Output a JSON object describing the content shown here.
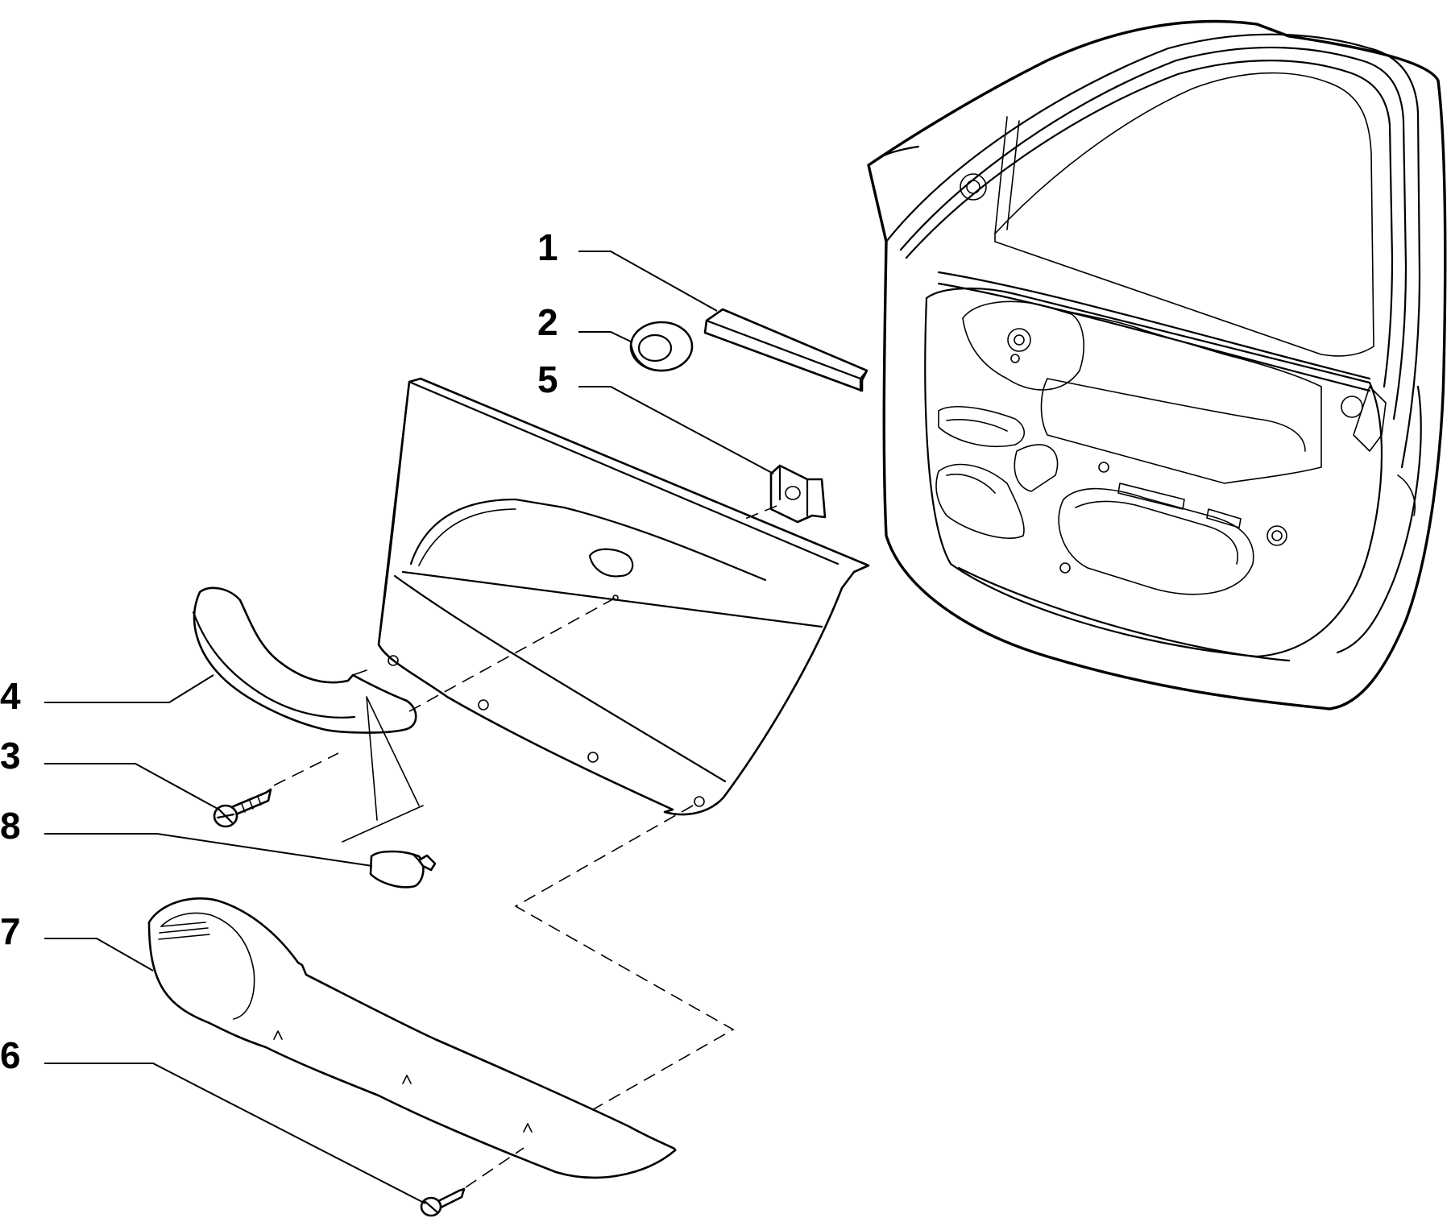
{
  "callouts": [
    {
      "id": "1",
      "label": "1"
    },
    {
      "id": "2",
      "label": "2"
    },
    {
      "id": "5",
      "label": "5"
    },
    {
      "id": "4",
      "label": "4"
    },
    {
      "id": "3",
      "label": "3"
    },
    {
      "id": "8",
      "label": "8"
    },
    {
      "id": "7",
      "label": "7"
    },
    {
      "id": "6",
      "label": "6"
    }
  ],
  "colors": {
    "ink": "#000000",
    "paper": "#ffffff"
  }
}
